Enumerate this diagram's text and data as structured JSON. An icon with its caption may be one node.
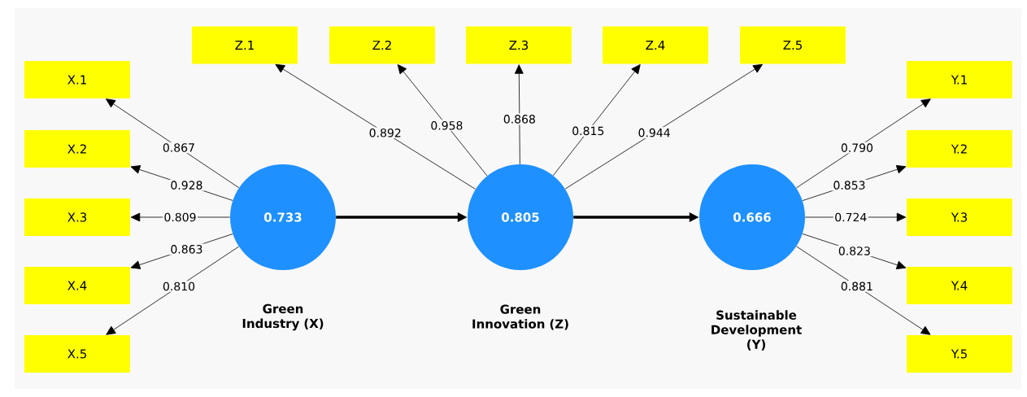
{
  "diagram": {
    "nodes": [
      {
        "text": [
          "0.733"
        ],
        "beside": [
          "Green Industry (X)"
        ]
      },
      {
        "text": [
          "0.805"
        ],
        "beside": [
          "Green Innovation (Z)"
        ]
      },
      {
        "text": [
          "0.666"
        ],
        "beside": [
          "Sustainable Development (Y)"
        ]
      },
      {
        "text": [
          "X.1"
        ]
      },
      {
        "text": [
          "X.2"
        ]
      },
      {
        "text": [
          "X.3"
        ]
      },
      {
        "text": [
          "X.4"
        ]
      },
      {
        "text": [
          "X.5"
        ]
      },
      {
        "text": [
          "Z.1"
        ]
      },
      {
        "text": [
          "Z.2"
        ]
      },
      {
        "text": [
          "Z.3"
        ]
      },
      {
        "text": [
          "Z.4"
        ]
      },
      {
        "text": [
          "Z.5"
        ]
      },
      {
        "text": [
          "Y.1"
        ]
      },
      {
        "text": [
          "Y.2"
        ]
      },
      {
        "text": [
          "Y.3"
        ]
      },
      {
        "text": [
          "Y.4"
        ]
      },
      {
        "text": [
          "Y.5"
        ]
      }
    ],
    "edges": [
      {
        "from": 0,
        "to": 1,
        "arrow": "to",
        "style": "thick"
      },
      {
        "from": 1,
        "to": 2,
        "arrow": "to",
        "style": "thick"
      },
      {
        "from": 0,
        "to": 3,
        "arrow": "to",
        "label": "0.867"
      },
      {
        "from": 0,
        "to": 4,
        "arrow": "to",
        "label": "0.928"
      },
      {
        "from": 0,
        "to": 5,
        "arrow": "to",
        "label": "0.809"
      },
      {
        "from": 0,
        "to": 6,
        "arrow": "to",
        "label": "0.863"
      },
      {
        "from": 0,
        "to": 7,
        "arrow": "to",
        "label": "0.810"
      },
      {
        "from": 1,
        "to": 8,
        "arrow": "to",
        "label": "0.892"
      },
      {
        "from": 1,
        "to": 9,
        "arrow": "to",
        "label": "0.958"
      },
      {
        "from": 1,
        "to": 10,
        "arrow": "to",
        "label": "0.868"
      },
      {
        "from": 1,
        "to": 11,
        "arrow": "to",
        "label": "0.815"
      },
      {
        "from": 1,
        "to": 12,
        "arrow": "to",
        "label": "0.944"
      },
      {
        "from": 2,
        "to": 13,
        "arrow": "to",
        "label": "0.790"
      },
      {
        "from": 2,
        "to": 14,
        "arrow": "to",
        "label": "0.853"
      },
      {
        "from": 2,
        "to": 15,
        "arrow": "to",
        "label": "0.724"
      },
      {
        "from": 2,
        "to": 16,
        "arrow": "to",
        "label": "0.823"
      },
      {
        "from": 2,
        "to": 17,
        "arrow": "to",
        "label": "0.881"
      }
    ]
  }
}
